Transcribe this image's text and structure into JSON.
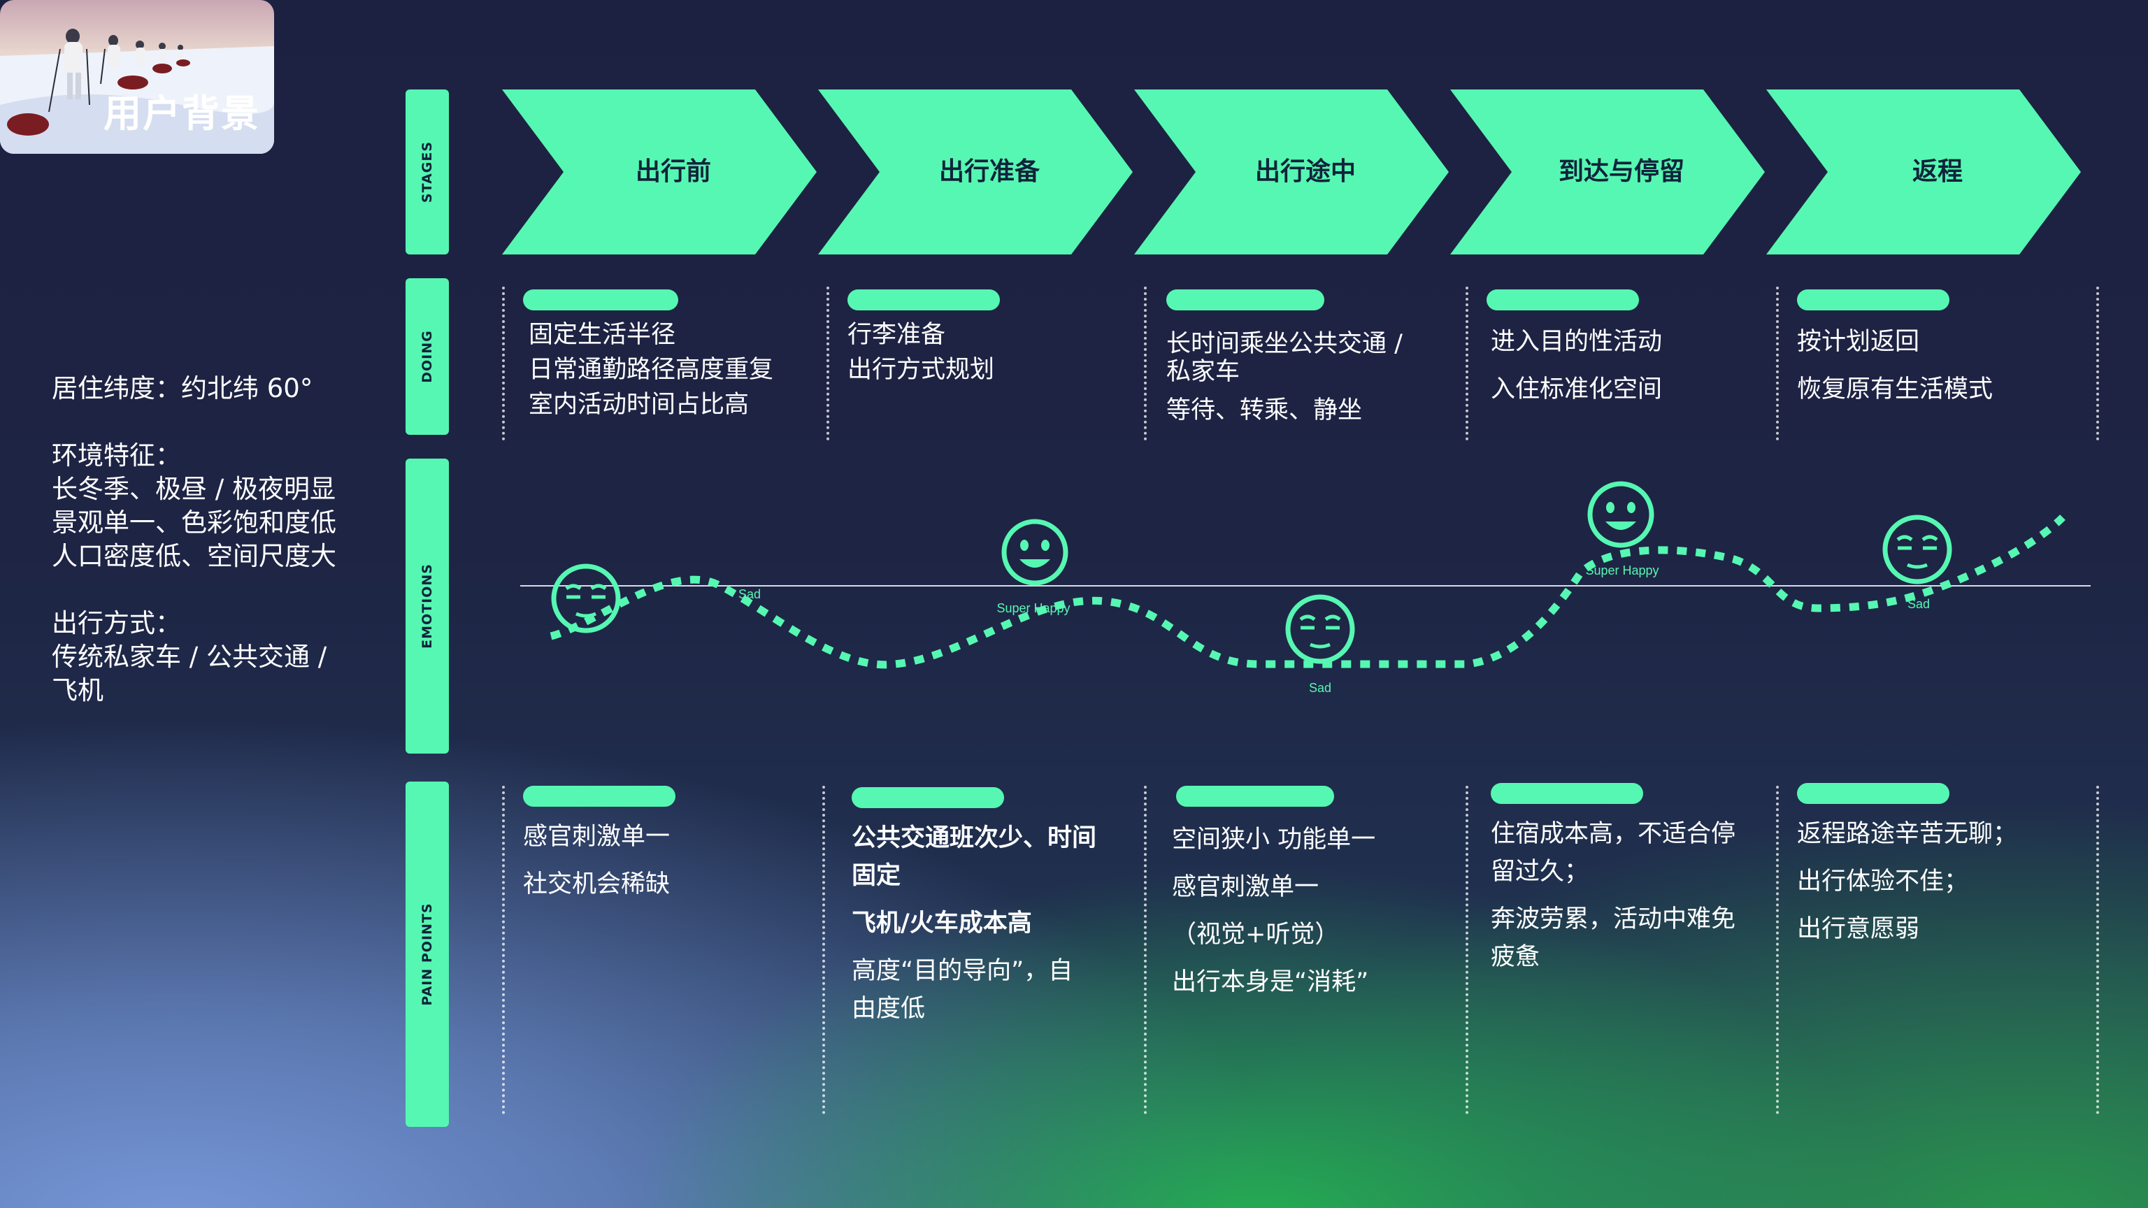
{
  "profile": {
    "title": "用户背景",
    "latitude": "居住纬度：约北纬 60°",
    "env_label": "环境特征：",
    "env_lines": [
      "长冬季、极昼 / 极夜明显",
      "景观单一、色彩饱和度低",
      "人口密度低、空间尺度大"
    ],
    "travel_label": "出行方式：",
    "travel_lines": [
      "传统私家车 / 公共交通 /",
      "飞机"
    ]
  },
  "rows": {
    "stages": "STAGES",
    "doing": "DOING",
    "emotions": "EMOTIONS",
    "pain": "PAIN POINTS"
  },
  "stages": [
    "出行前",
    "出行准备",
    "出行途中",
    "到达与停留",
    "返程"
  ],
  "doing": [
    [
      "固定生活半径",
      "日常通勤路径高度重复",
      "室内活动时间占比高"
    ],
    [
      "行李准备",
      "出行方式规划"
    ],
    [
      "长时间乘坐公共交通 /",
      "私家车",
      "等待、转乘、静坐"
    ],
    [
      "进入目的性活动",
      "入住标准化空间"
    ],
    [
      "按计划返回",
      "恢复原有生活模式"
    ]
  ],
  "emotions": [
    {
      "label": "Sad",
      "face": "sad-face-icon"
    },
    {
      "label": "Super Happy",
      "face": "super-happy-face-icon"
    },
    {
      "label": "Sad",
      "face": "sad-face-icon"
    },
    {
      "label": "Super Happy",
      "face": "super-happy-face-icon"
    },
    {
      "label": "Sad",
      "face": "sad-face-icon"
    }
  ],
  "pain": [
    [
      "感官刺激单一",
      "社交机会稀缺"
    ],
    [
      "公共交通班次少、时间",
      "固定",
      "飞机/火车成本高",
      "高度“目的导向”，自",
      "由度低"
    ],
    [
      "空间狭小 功能单一",
      "感官刺激单一",
      "（视觉+听觉）",
      "出行本身是“消耗”"
    ],
    [
      "住宿成本高，不适合停",
      "留过久；",
      "奔波劳累，活动中难免",
      "疲惫"
    ],
    [
      "返程路途辛苦无聊；",
      "出行体验不佳；",
      "出行意愿弱"
    ]
  ],
  "colors": {
    "accent": "#56f7b2",
    "ink": "#10233a"
  }
}
